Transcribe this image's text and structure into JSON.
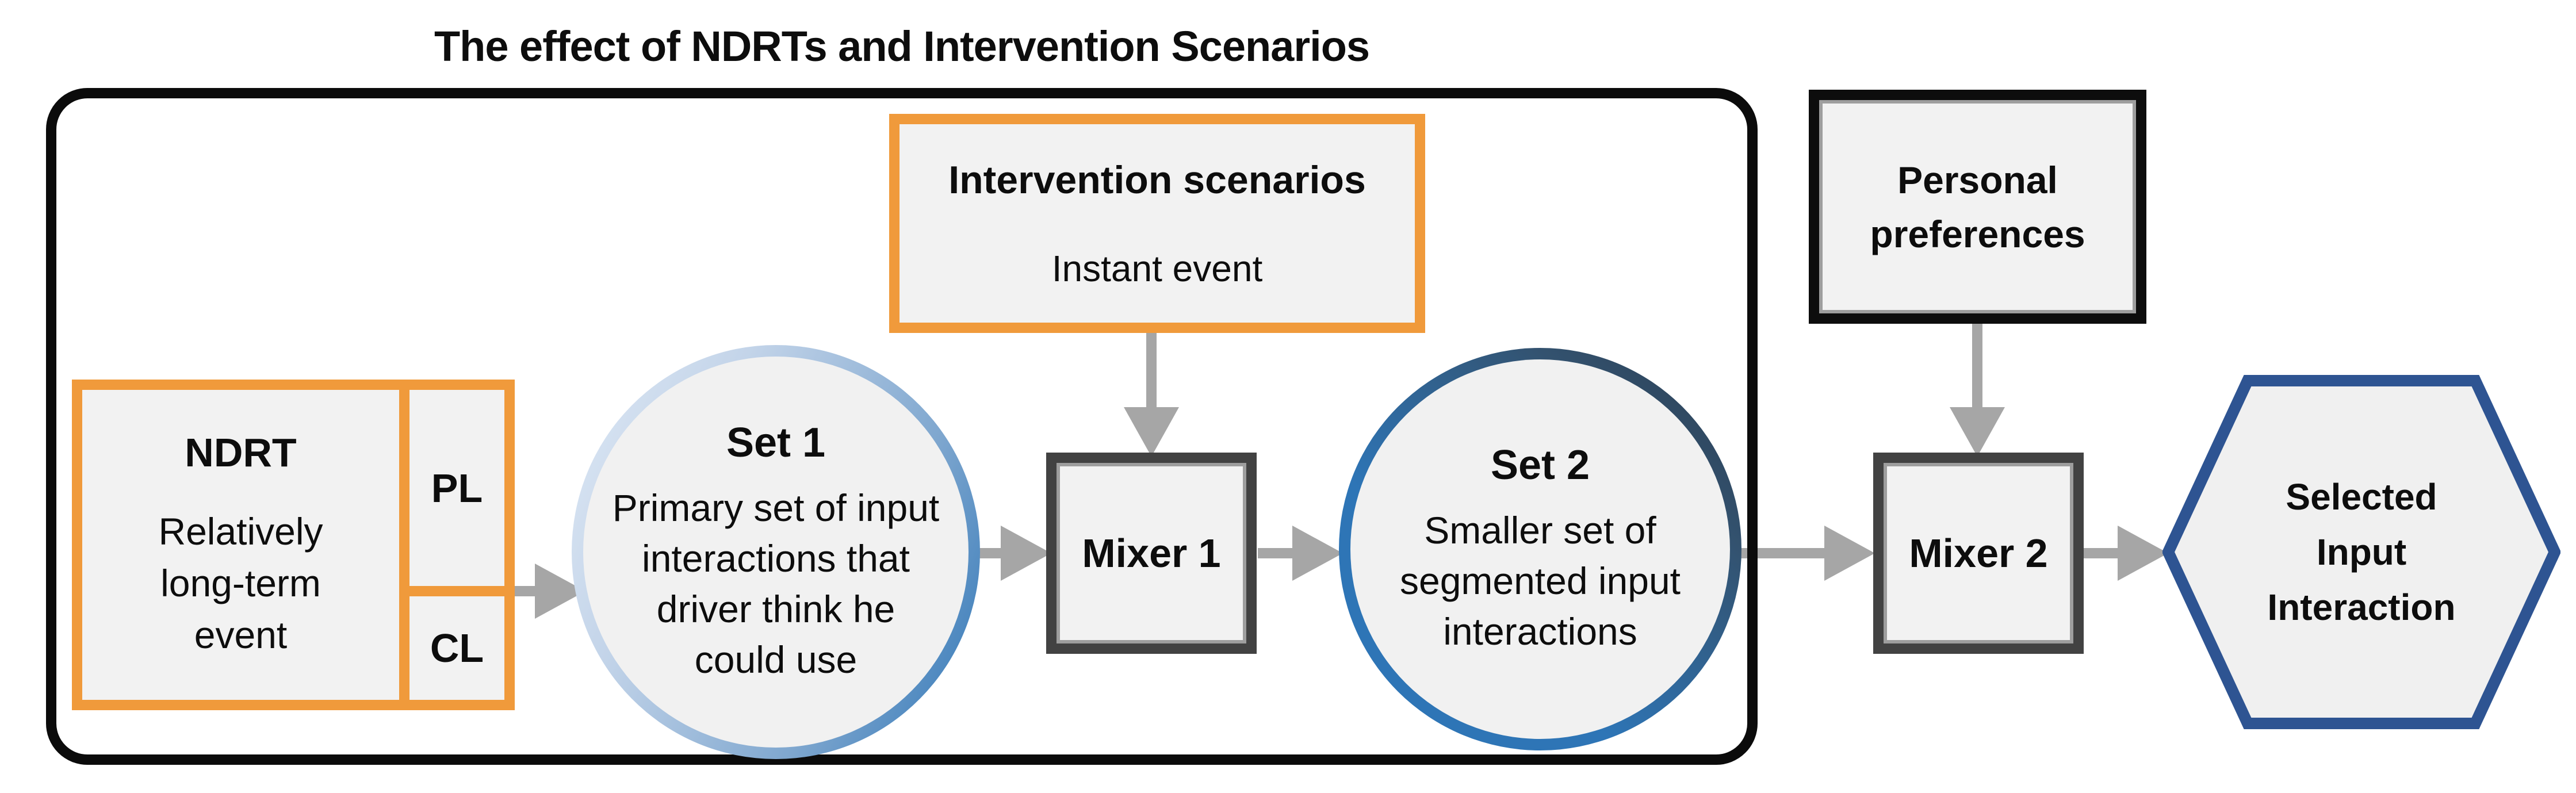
{
  "title": "The effect of NDRTs and Intervention Scenarios",
  "colors": {
    "orange_border": "#F09A3B",
    "blue_medium": "#2E75B6",
    "blue_navy": "#2B3C4F",
    "blue_light": "#DFE9F5",
    "hexagon_border": "#2E5492",
    "mixer_border": "#424242",
    "boundary_border": "#0B0B0B",
    "arrow_gray": "#A6A6A6",
    "shape_fill": "#F2F2F2"
  },
  "nodes": {
    "ndrt": {
      "title": "NDRT",
      "description": "Relatively long-term event",
      "pl_label": "PL",
      "cl_label": "CL"
    },
    "set1": {
      "title": "Set 1",
      "description": "Primary set of input interactions that driver think he could use"
    },
    "intervention": {
      "title": "Intervention scenarios",
      "description": "Instant event"
    },
    "mixer1": {
      "label": "Mixer 1"
    },
    "set2": {
      "title": "Set 2",
      "description": "Smaller set of segmented input interactions"
    },
    "personal_preferences": {
      "label": "Personal preferences"
    },
    "mixer2": {
      "label": "Mixer 2"
    },
    "selected_output": {
      "label": "Selected Input Interaction"
    }
  }
}
